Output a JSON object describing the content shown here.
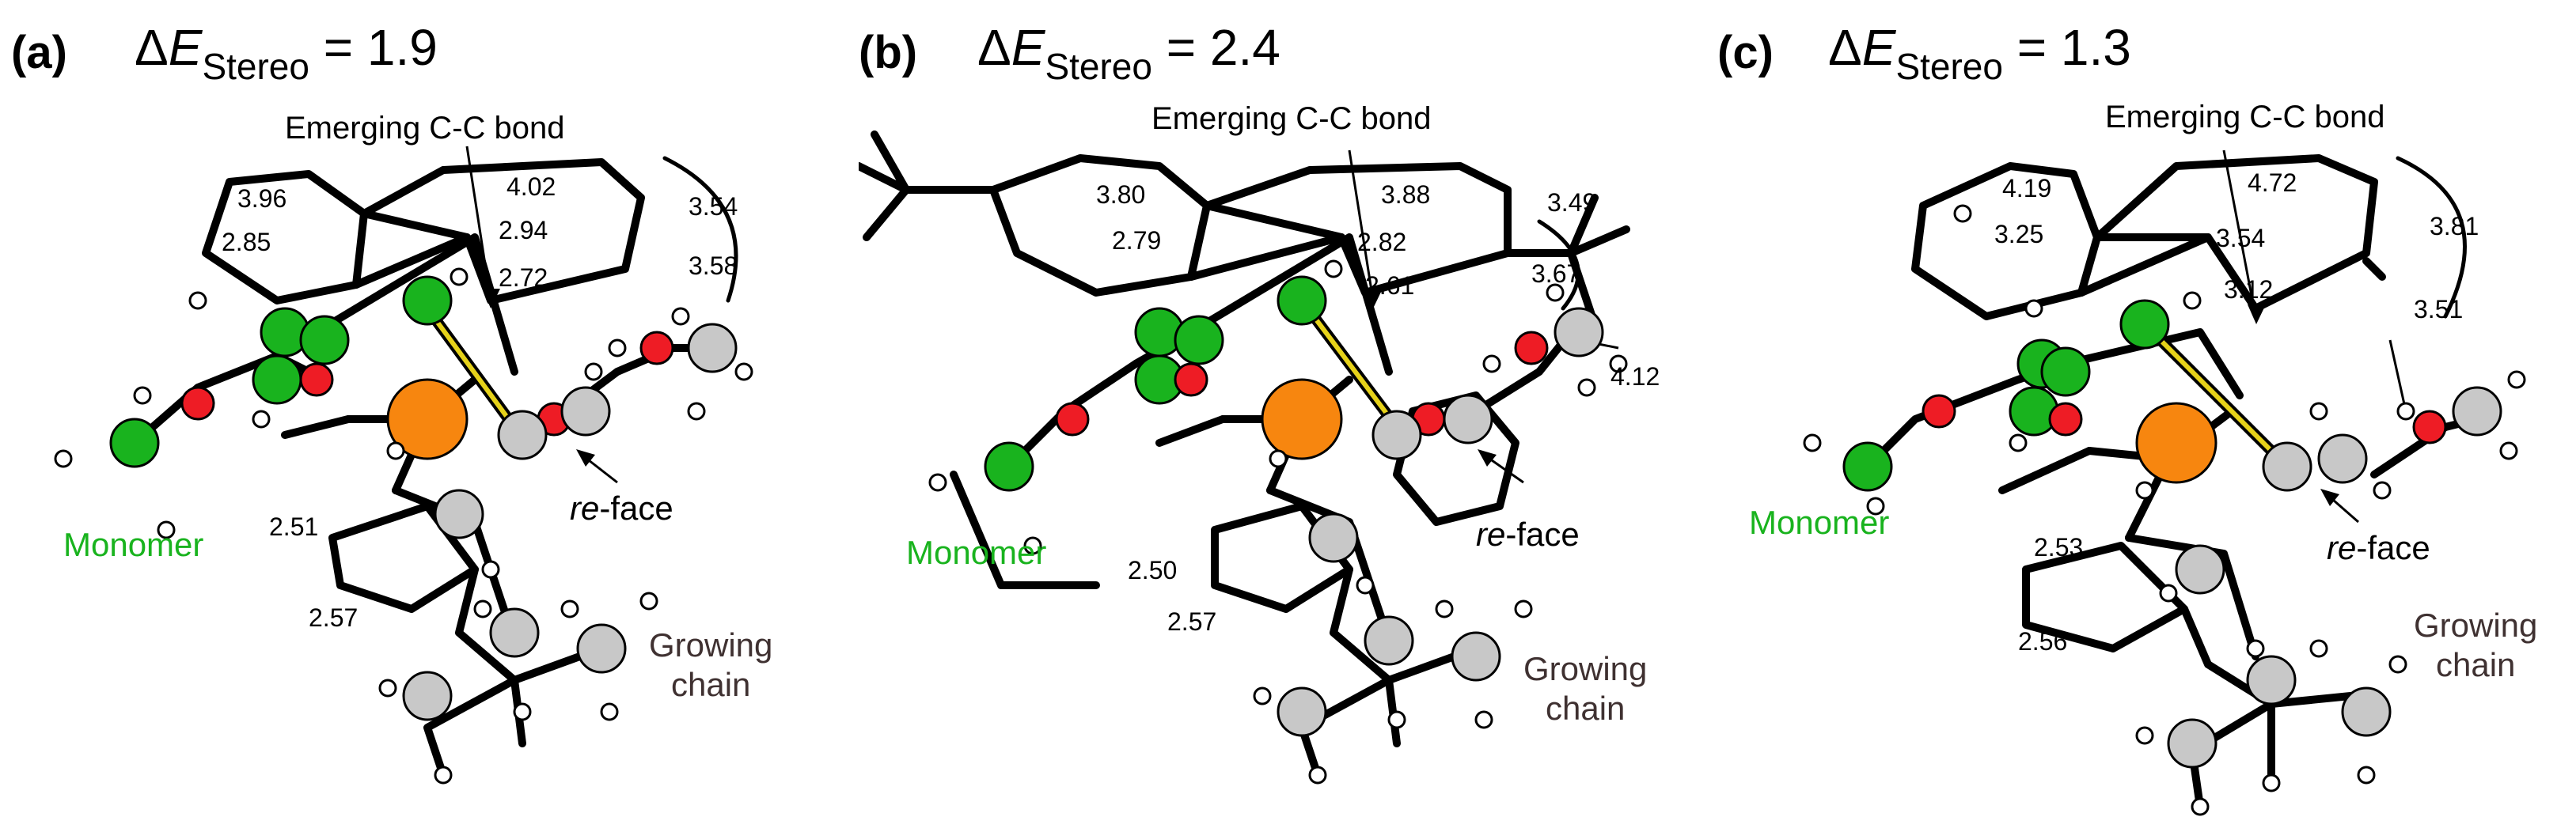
{
  "panels": [
    {
      "id": "a",
      "label": "(a)",
      "delta": "Δ",
      "e_symbol": "E",
      "e_subscript": "Stereo",
      "e_value": "= 1.9",
      "bond_label": "Emerging C-C bond",
      "monomer": "Monomer",
      "re_prefix": "re",
      "re_suffix": "-face",
      "chain_line1": "Growing",
      "chain_line2": "chain",
      "distances": [
        "3.96",
        "2.85",
        "4.02",
        "2.94",
        "3.54",
        "2.72",
        "3.58",
        "2.51",
        "2.57"
      ]
    },
    {
      "id": "b",
      "label": "(b)",
      "delta": "Δ",
      "e_symbol": "E",
      "e_subscript": "Stereo",
      "e_value": "= 2.4",
      "bond_label": "Emerging C-C bond",
      "monomer": "Monomer",
      "re_prefix": "re",
      "re_suffix": "-face",
      "chain_line1": "Growing",
      "chain_line2": "chain",
      "distances": [
        "3.80",
        "2.79",
        "3.88",
        "2.82",
        "3.49",
        "2.61",
        "3.67",
        "4.12",
        "2.50",
        "2.57"
      ]
    },
    {
      "id": "c",
      "label": "(c)",
      "delta": "Δ",
      "e_symbol": "E",
      "e_subscript": "Stereo",
      "e_value": "= 1.3",
      "bond_label": "Emerging C-C bond",
      "monomer": "Monomer",
      "re_prefix": "re",
      "re_suffix": "-face",
      "chain_line1": "Growing",
      "chain_line2": "chain",
      "distances": [
        "4.19",
        "3.25",
        "4.72",
        "3.54",
        "3.81",
        "3.12",
        "3.51",
        "2.53",
        "2.56"
      ]
    }
  ],
  "colors": {
    "metal": "#f7860f",
    "monomer_carbon": "#19b31e",
    "oxygen": "#ee1c25",
    "carbon": "#c8c8c8",
    "hydrogen": "#ffffff",
    "bond": "#000000",
    "cc_bond": "#e6d21a",
    "monomer_text": "#19b31e",
    "chain_text": "#3f3131"
  }
}
